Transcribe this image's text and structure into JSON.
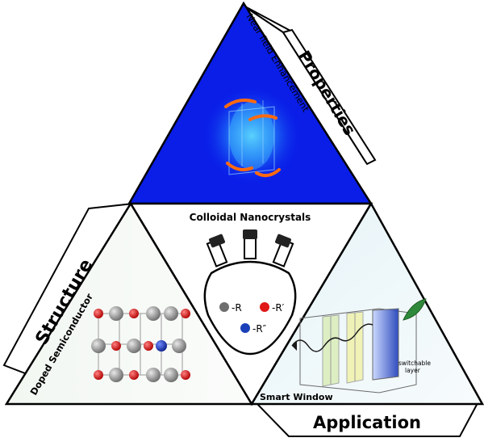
{
  "center": {
    "title": "Colloidal Nanocrystals",
    "legend": [
      {
        "label": "-R",
        "color": "#6e6e6e"
      },
      {
        "label": "-R′",
        "color": "#e01818"
      },
      {
        "label": "-R″",
        "color": "#1a3fb8"
      }
    ]
  },
  "properties": {
    "flap_label": "Properties",
    "subtitle": "Near field Enhancement",
    "fill_color": "#0a1ee8"
  },
  "structure": {
    "flap_label": "Structure",
    "subtitle": "Doped Semiconductor",
    "lattice_colors": {
      "host": "#8a8a8a",
      "anion": "#d11a1a",
      "dopant": "#1533b0"
    }
  },
  "application": {
    "flap_label": "Application",
    "subtitle": "Smart Window",
    "callout": "switchable\nlayer"
  }
}
